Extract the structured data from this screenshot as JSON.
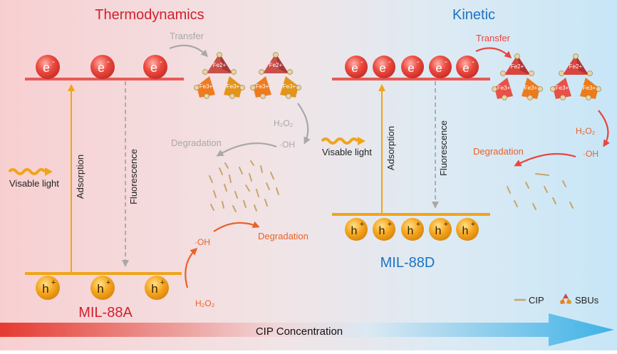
{
  "left": {
    "title": "Thermodynamics",
    "material": "MIL-88A",
    "electron": "e",
    "hole": "h",
    "minus": "-",
    "plus": "+",
    "light": "Visable light",
    "adsorption": "Adsorption",
    "fluorescence": "Fluorescence",
    "transfer": "Transfer",
    "h2o2_top": "H₂O₂",
    "oh_top": "·OH",
    "degradation_top": "Degradation",
    "oh_bottom": "·OH",
    "degradation_bottom": "Degradation",
    "h2o2_bottom": "H₂O₂",
    "sbu_labels": [
      "Fe2+",
      "Fe3+",
      "Fe3+"
    ]
  },
  "right": {
    "title": "Kinetic",
    "material": "MIL-88D",
    "electron": "e",
    "hole": "h",
    "minus": "-",
    "plus": "+",
    "light": "Visable light",
    "adsorption": "Adsorption",
    "fluorescence": "Fluorescence",
    "transfer": "Transfer",
    "h2o2": "H₂O₂",
    "oh": "·OH",
    "degradation": "Degradation",
    "sbu_labels": [
      "Fe2+",
      "Fe3+",
      "Fe3+"
    ]
  },
  "legend": {
    "cip": "CIP",
    "sbus": "SBUs"
  },
  "axis": {
    "label": "CIP Concentration"
  },
  "colors": {
    "red_title": "#d2202c",
    "blue_title": "#1a73c2",
    "electron_red": "#e8463e",
    "hole_orange": "#f2a01c",
    "band_red": "#e85a55",
    "band_orange": "#f0a418",
    "arrow_orange": "#e8622a",
    "grey": "#a8a8a8",
    "cip_tan": "#c9a46a"
  }
}
